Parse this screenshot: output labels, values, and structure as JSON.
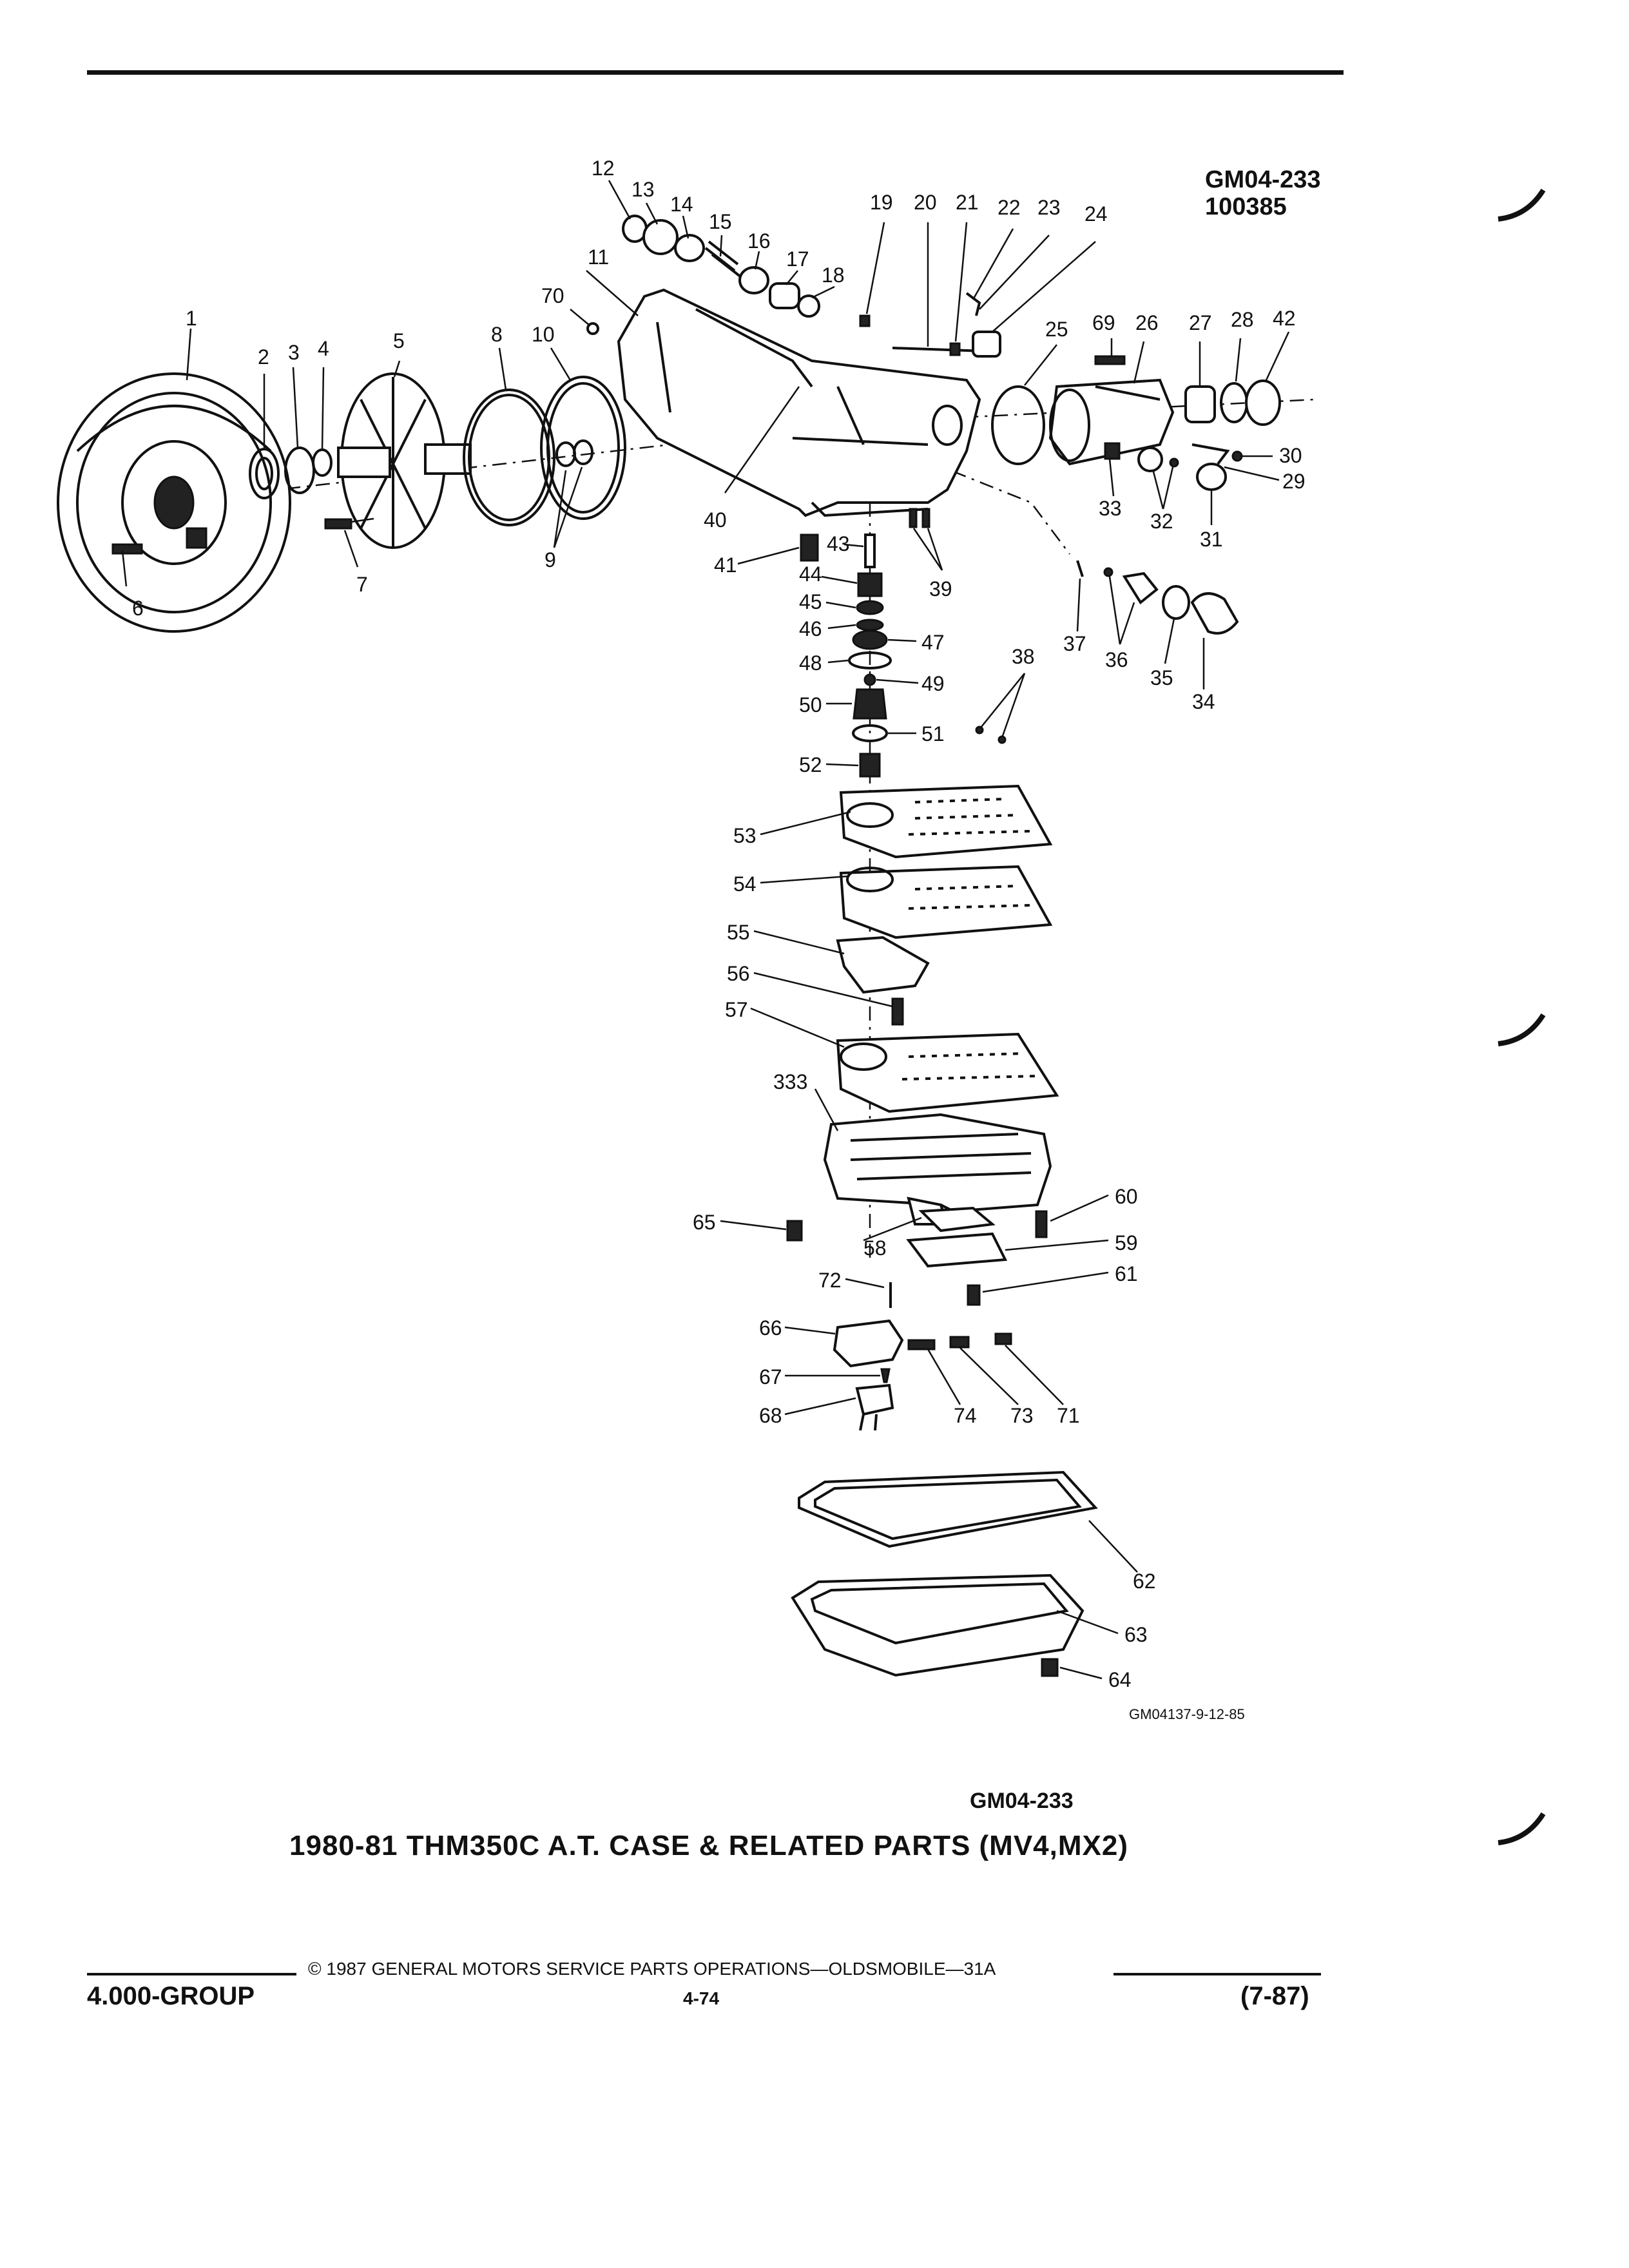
{
  "figure_code": "GM04-233",
  "figure_ref": "100385",
  "illustration_id": "GM04137-9-12-85",
  "caption_code": "GM04-233",
  "title": "1980-81 THM350C A.T. CASE & RELATED PARTS (MV4,MX2)",
  "footer": {
    "copyright": "© 1987 GENERAL MOTORS SERVICE PARTS OPERATIONS—OLDSMOBILE—31A",
    "group": "4.000-GROUP",
    "page": "4-74",
    "date": "(7-87)"
  },
  "callouts": [
    "1",
    "2",
    "3",
    "4",
    "5",
    "6",
    "7",
    "8",
    "9",
    "10",
    "11",
    "12",
    "13",
    "14",
    "15",
    "16",
    "17",
    "18",
    "19",
    "20",
    "21",
    "22",
    "23",
    "24",
    "25",
    "26",
    "27",
    "28",
    "29",
    "30",
    "31",
    "32",
    "33",
    "34",
    "35",
    "36",
    "37",
    "38",
    "39",
    "40",
    "41",
    "42",
    "43",
    "44",
    "45",
    "46",
    "47",
    "48",
    "49",
    "50",
    "51",
    "52",
    "53",
    "54",
    "55",
    "56",
    "57",
    "58",
    "59",
    "60",
    "61",
    "62",
    "63",
    "64",
    "65",
    "66",
    "67",
    "68",
    "69",
    "70",
    "71",
    "72",
    "73",
    "74",
    "333"
  ]
}
